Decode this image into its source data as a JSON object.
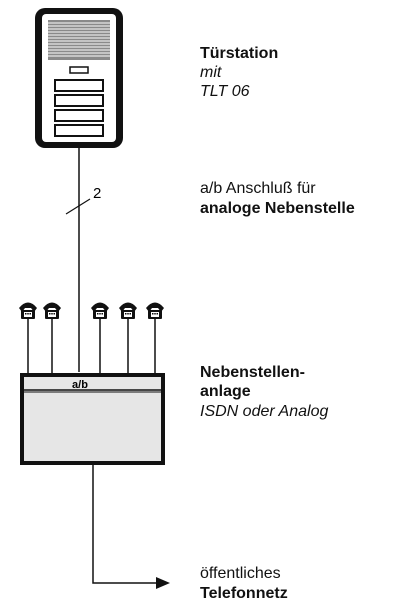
{
  "door_station": {
    "title": "Türstation",
    "subtitle_1": "mit",
    "subtitle_2": "TLT 06"
  },
  "line": {
    "wire_count": "2",
    "desc_line_1": "a/b Anschluß für",
    "desc_line_2": "analoge Nebenstelle"
  },
  "pbx": {
    "port_label": "a/b",
    "title_line_1": "Nebenstellen-",
    "title_line_2": "anlage",
    "subtitle": "ISDN oder Analog"
  },
  "network": {
    "line_1": "öffentliches",
    "line_2": "Telefonnetz"
  },
  "icons": [
    "telephone-icon",
    "telephone-icon",
    "telephone-icon",
    "telephone-icon",
    "telephone-icon"
  ]
}
